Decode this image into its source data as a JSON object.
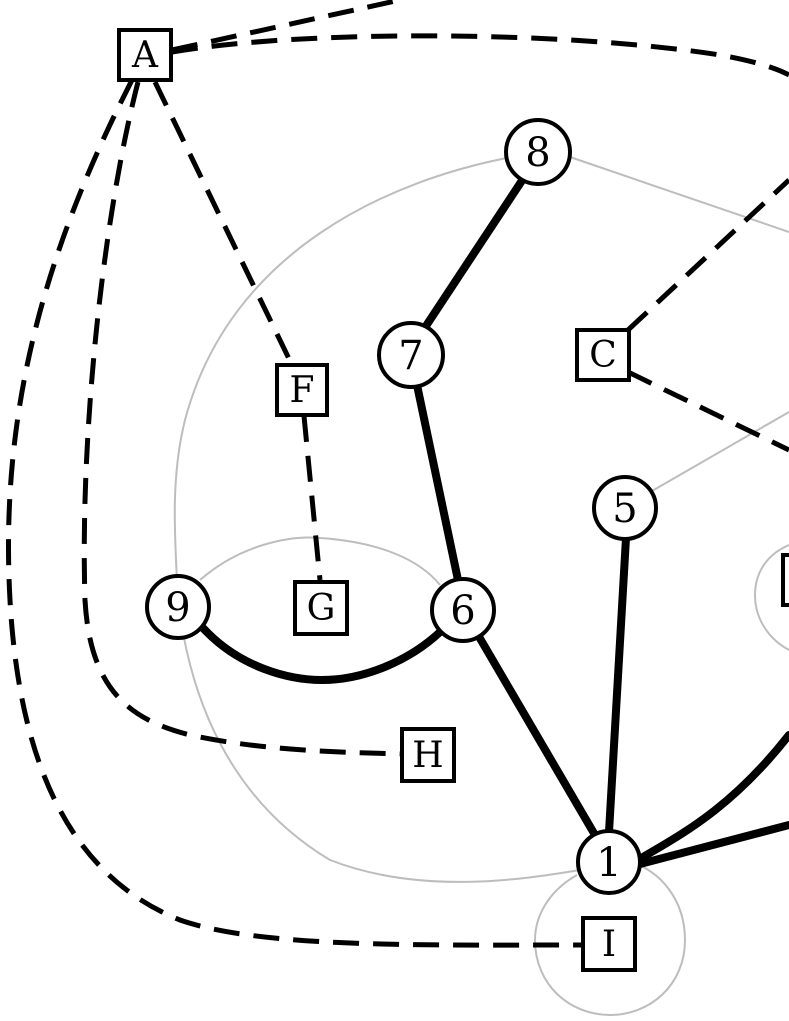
{
  "diagram": {
    "colors": {
      "stroke": "#000000",
      "background": "#ffffff",
      "guide": "#bdbdbd"
    },
    "square_nodes": [
      {
        "id": "A",
        "label": "A"
      },
      {
        "id": "C",
        "label": "C"
      },
      {
        "id": "F",
        "label": "F"
      },
      {
        "id": "G",
        "label": "G"
      },
      {
        "id": "H",
        "label": "H"
      },
      {
        "id": "I",
        "label": "I"
      }
    ],
    "circle_nodes": [
      {
        "id": "1",
        "label": "1"
      },
      {
        "id": "5",
        "label": "5"
      },
      {
        "id": "6",
        "label": "6"
      },
      {
        "id": "7",
        "label": "7"
      },
      {
        "id": "8",
        "label": "8"
      },
      {
        "id": "9",
        "label": "9"
      }
    ],
    "solid_edges": [
      [
        "8",
        "7"
      ],
      [
        "7",
        "6"
      ],
      [
        "9",
        "6"
      ],
      [
        "6",
        "1"
      ],
      [
        "5",
        "1"
      ],
      [
        "1",
        "offscreen"
      ],
      [
        "1",
        "offscreen"
      ]
    ],
    "dashed_edges": [
      [
        "A",
        "offscreen"
      ],
      [
        "A",
        "offscreen"
      ],
      [
        "A",
        "F"
      ],
      [
        "F",
        "G"
      ],
      [
        "A",
        "H"
      ],
      [
        "A",
        "I"
      ],
      [
        "C",
        "offscreen"
      ],
      [
        "C",
        "offscreen"
      ]
    ]
  }
}
